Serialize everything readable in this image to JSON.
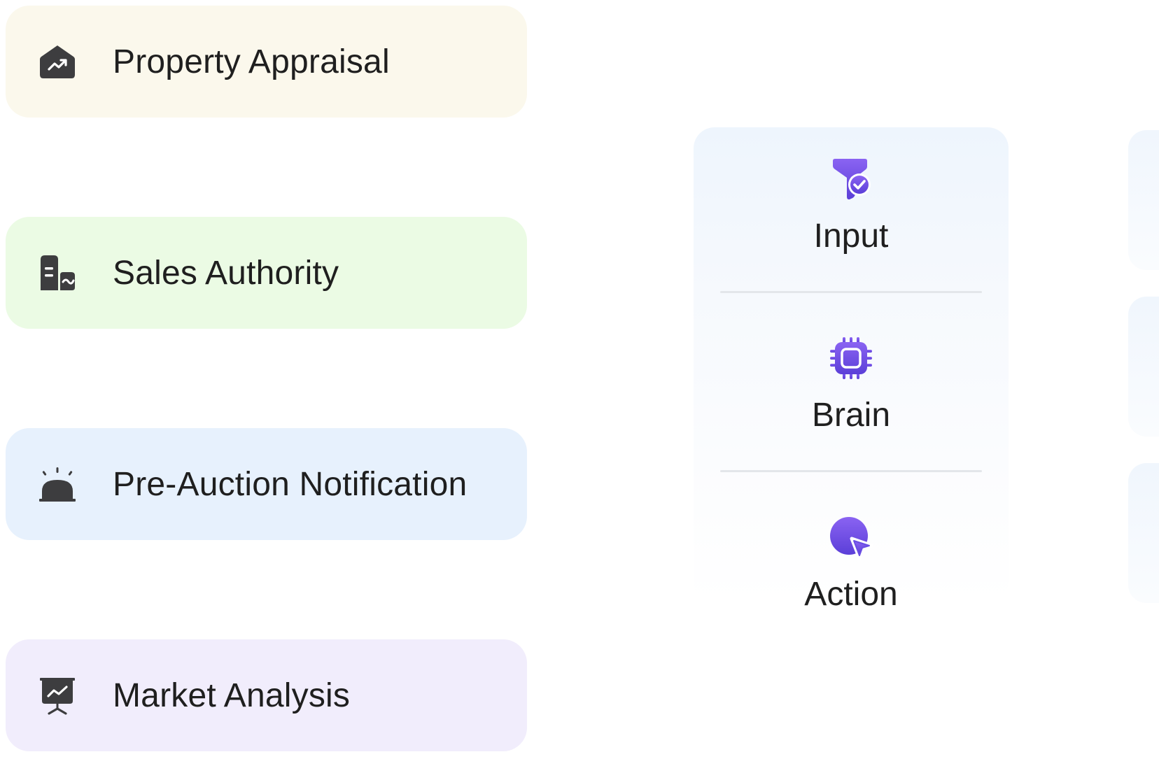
{
  "categories": [
    {
      "label": "Property Appraisal",
      "icon": "house-chart-icon",
      "bg": "#fbf8ec"
    },
    {
      "label": "Sales Authority",
      "icon": "documents-building-icon",
      "bg": "#ebfbe4"
    },
    {
      "label": "Pre-Auction Notification",
      "icon": "alarm-siren-icon",
      "bg": "#e7f1fd"
    },
    {
      "label": "Market Analysis",
      "icon": "presentation-chart-icon",
      "bg": "#f1edfc"
    }
  ],
  "workflow": {
    "steps": [
      {
        "label": "Input",
        "icon": "funnel-check-icon"
      },
      {
        "label": "Brain",
        "icon": "cpu-chip-icon"
      },
      {
        "label": "Action",
        "icon": "cursor-click-icon"
      }
    ]
  },
  "colors": {
    "icon_dark": "#3d3d3f",
    "accent_purple_start": "#7a5cf0",
    "accent_purple_end": "#5b3fd8",
    "text": "#1f1f1f"
  }
}
